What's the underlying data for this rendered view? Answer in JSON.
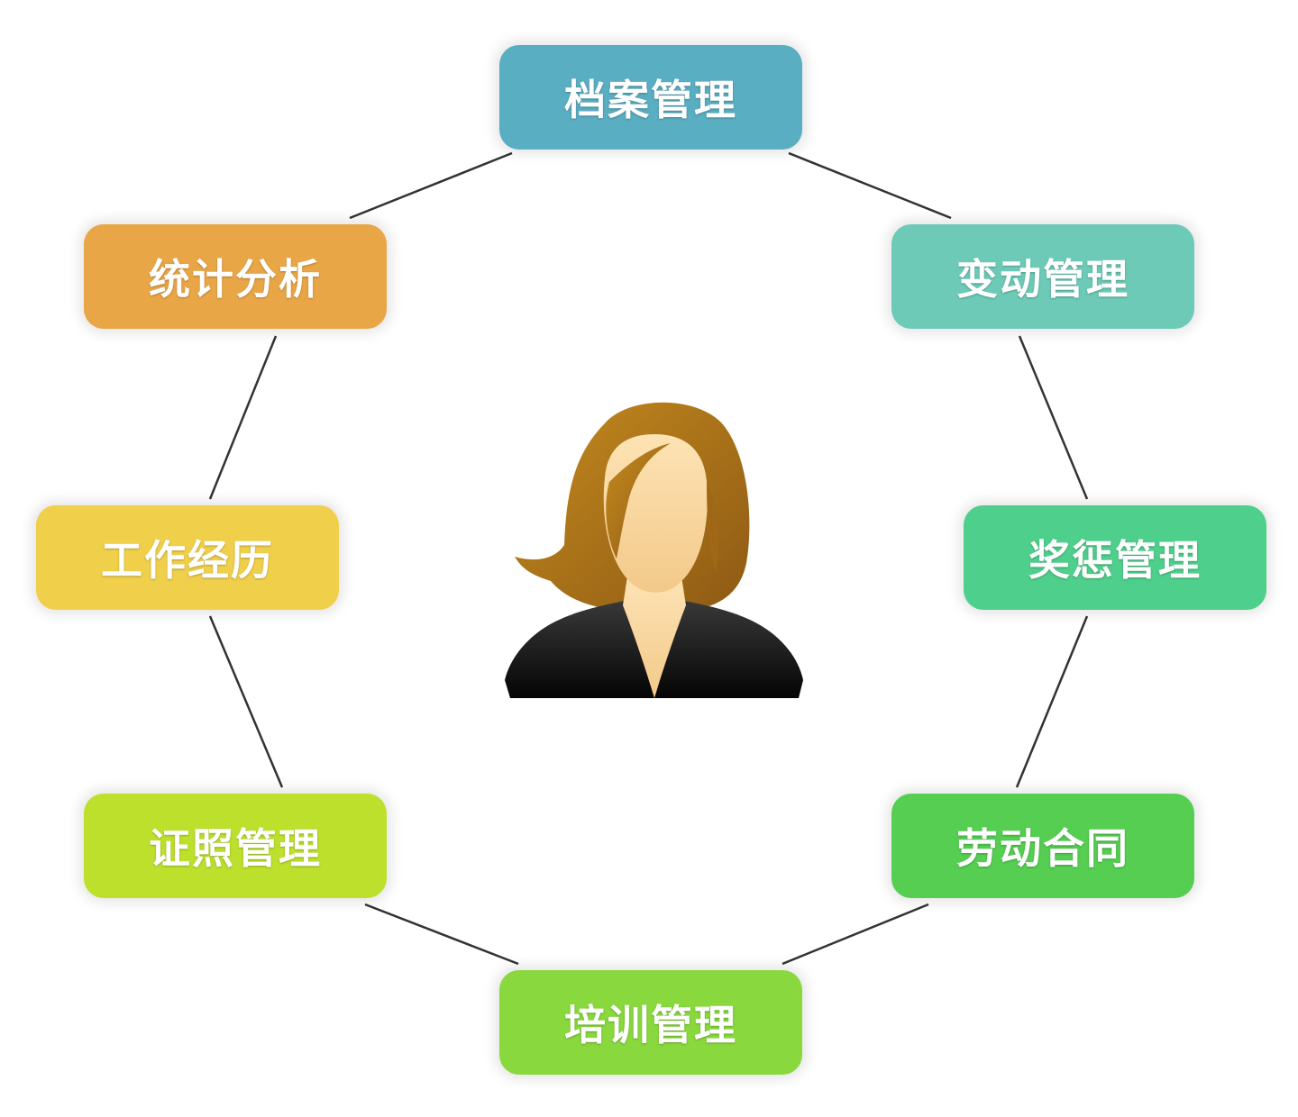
{
  "nodes": {
    "archive": {
      "label": "档案管理",
      "color": "#5aaec2"
    },
    "change": {
      "label": "变动管理",
      "color": "#6ccab7"
    },
    "reward": {
      "label": "奖惩管理",
      "color": "#4fcf8c"
    },
    "contract": {
      "label": "劳动合同",
      "color": "#55ce52"
    },
    "training": {
      "label": "培训管理",
      "color": "#89d83d"
    },
    "cert": {
      "label": "证照管理",
      "color": "#bde02d"
    },
    "work": {
      "label": "工作经历",
      "color": "#f0cf4a"
    },
    "stats": {
      "label": "统计分析",
      "color": "#e9a646"
    }
  },
  "center": {
    "icon": "female-user-avatar-icon"
  }
}
